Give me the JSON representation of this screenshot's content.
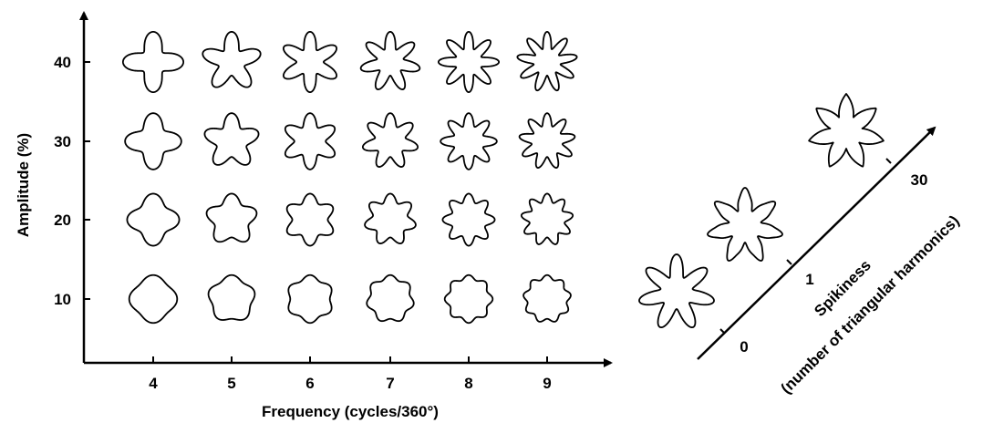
{
  "grid": {
    "x_axis_label": "Frequency (cycles/360°)",
    "y_axis_label": "Amplitude (%)",
    "frequencies": [
      4,
      5,
      6,
      7,
      8,
      9
    ],
    "frequency_tick_labels": [
      "4",
      "5",
      "6",
      "7",
      "8",
      "9"
    ],
    "amplitudes": [
      40,
      30,
      20,
      10
    ],
    "amplitude_tick_labels": [
      "40",
      "30",
      "20",
      "10"
    ]
  },
  "spikiness": {
    "axis_label_line1": "Spikiness",
    "axis_label_line2": "(number of triangular harmonics)",
    "levels": [
      0,
      1,
      30
    ],
    "tick_labels": [
      "0",
      "1",
      "30"
    ],
    "frequency": 7,
    "amplitude": 40
  }
}
